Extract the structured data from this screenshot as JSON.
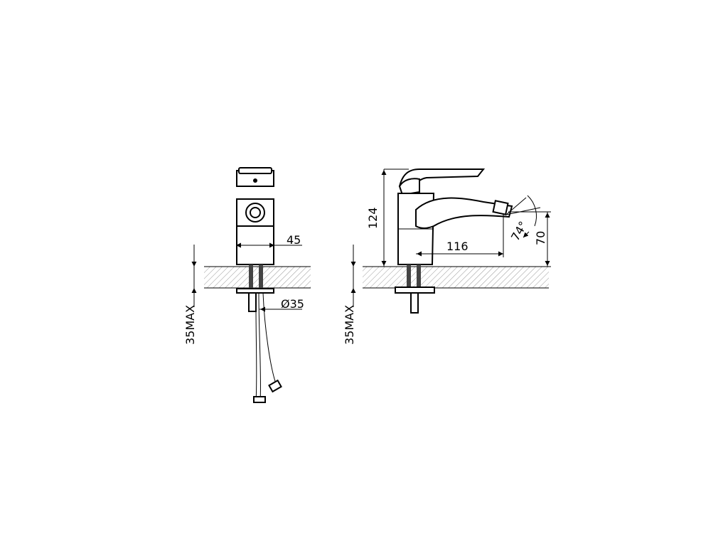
{
  "colors": {
    "line": "#000000",
    "hatch": "#9a9a9a",
    "background": "#ffffff"
  },
  "front_view": {
    "width_dim": "45",
    "diameter_dim": "Ø35",
    "thickness_dim": "35MAX"
  },
  "side_view": {
    "height_dim": "124",
    "reach_dim": "116",
    "spout_height_dim": "70",
    "angle_dim": "74°",
    "thickness_dim": "35MAX"
  }
}
